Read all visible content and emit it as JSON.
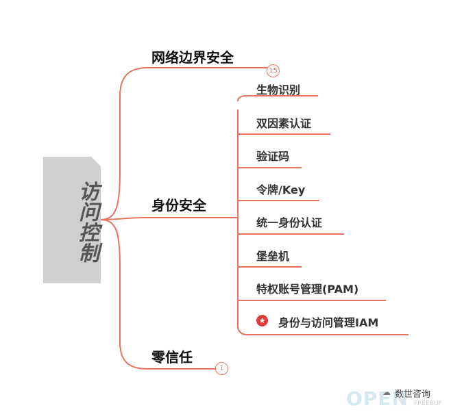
{
  "root": {
    "label": "访问控制"
  },
  "branches": [
    {
      "label": "网络边界安全",
      "badge": "15"
    },
    {
      "label": "身份安全"
    },
    {
      "label": "零信任",
      "badge": "1"
    }
  ],
  "identity_children": [
    "生物识别",
    "双因素认证",
    "验证码",
    "令牌/Key",
    "统一身份认证",
    "堡垒机",
    "特权账号管理(PAM)",
    "身份与访问管理IAM"
  ],
  "watermark": {
    "text": "数世咨询",
    "logo": "OPEN",
    "sub": "FREEBUF"
  },
  "colors": {
    "line": "#e8735f",
    "root_bg": "#cfcfcf",
    "star": "#e23c3c"
  }
}
